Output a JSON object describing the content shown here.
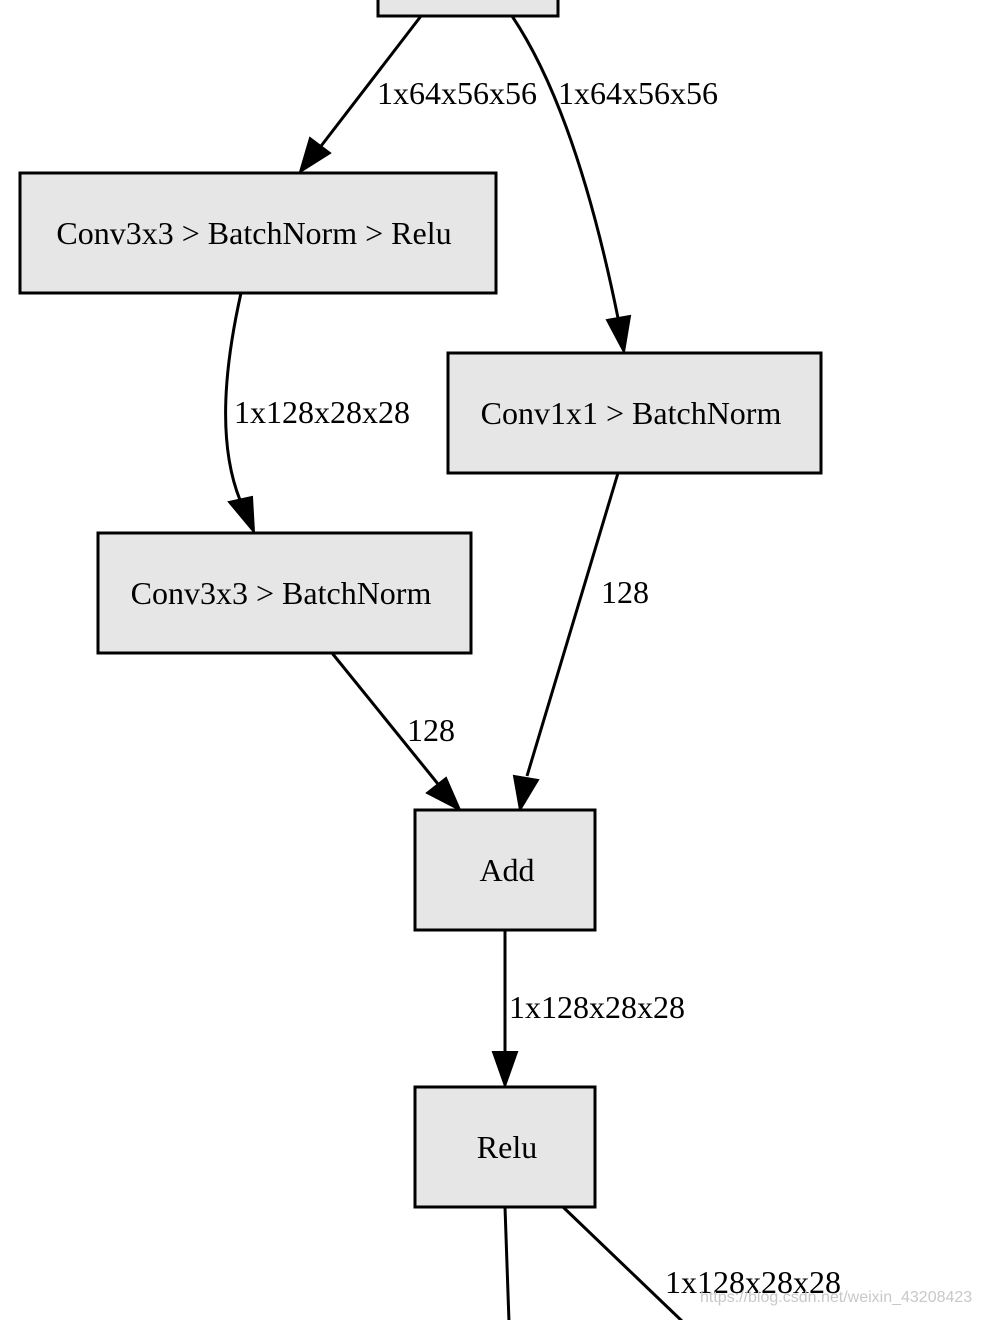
{
  "nodes": {
    "conv3x3_bn_relu": "Conv3x3 > BatchNorm > Relu",
    "conv1x1_bn": "Conv1x1 > BatchNorm",
    "conv3x3_bn": "Conv3x3 > BatchNorm",
    "add": "Add",
    "relu": "Relu"
  },
  "edges": {
    "top_to_conv3x3_bn_relu": "1x64x56x56",
    "top_to_conv1x1_bn": "1x64x56x56",
    "conv3x3_bn_relu_to_conv3x3_bn": "1x128x28x28",
    "conv1x1_bn_to_add": "128",
    "conv3x3_bn_to_add": "128",
    "add_to_relu": "1x128x28x28",
    "relu_to_next": "1x128x28x28"
  },
  "watermark": "https://blog.csdn.net/weixin_43208423",
  "colors": {
    "node_fill": "#e6e6e6",
    "stroke": "#000000",
    "background": "#ffffff",
    "watermark": "#c8c8c8"
  }
}
